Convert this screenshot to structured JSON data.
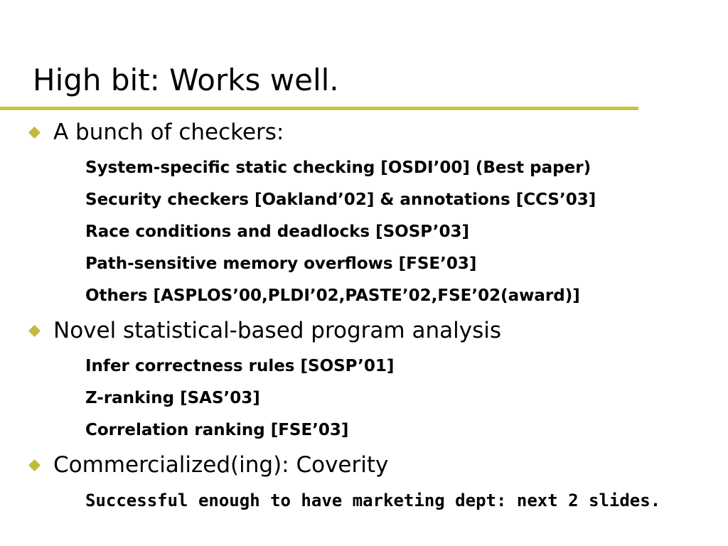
{
  "title": "High bit: Works well.",
  "colors": {
    "rule": "#c9c54a",
    "bullet": "#c2b93e",
    "text": "#000000"
  },
  "bullet_icon": "diamond-icon",
  "bullets": [
    {
      "text": "A bunch of checkers:",
      "subitems": [
        "System-specific static checking [OSDI’00] (Best paper)",
        "Security checkers [Oakland’02] & annotations [CCS’03]",
        "Race conditions and deadlocks [SOSP’03]",
        "Path-sensitive memory overflows [FSE’03]",
        "Others [ASPLOS’00,PLDI’02,PASTE’02,FSE’02(award)]"
      ]
    },
    {
      "text": "Novel statistical-based program analysis",
      "subitems": [
        "Infer correctness rules [SOSP’01]",
        "Z-ranking [SAS’03]",
        "Correlation ranking [FSE’03]"
      ]
    },
    {
      "text": "Commercialized(ing): Coverity",
      "subitems": [
        "Successful enough to have marketing dept: next 2 slides."
      ]
    }
  ]
}
